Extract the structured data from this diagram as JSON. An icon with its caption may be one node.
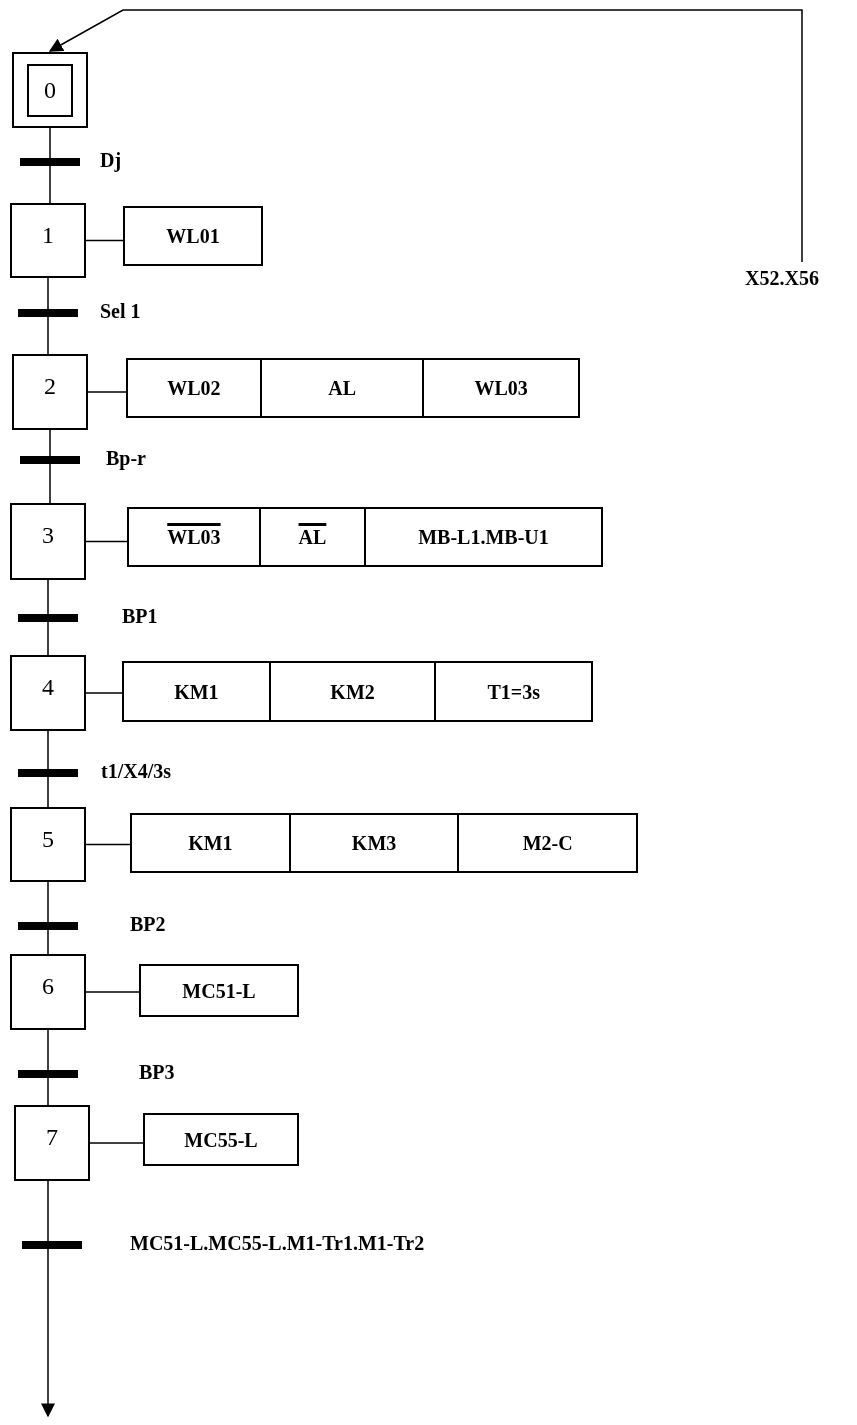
{
  "diagram": {
    "nodes": [
      {
        "text": [
          "0"
        ]
      },
      {
        "text": [
          "1"
        ]
      },
      {
        "text": [
          "WL01"
        ]
      },
      {
        "text": [
          "2"
        ]
      },
      {
        "text": [
          "WL02",
          "AL",
          "WL03"
        ]
      },
      {
        "text": [
          "3"
        ]
      },
      {
        "text": [
          "WL03",
          "AL",
          "MB-L1.MB-U1"
        ]
      },
      {
        "text": [
          "4"
        ]
      },
      {
        "text": [
          "KM1",
          "KM2",
          "T1=3s"
        ]
      },
      {
        "text": [
          "5"
        ]
      },
      {
        "text": [
          "KM1",
          "KM3",
          "M2-C"
        ]
      },
      {
        "text": [
          "6"
        ]
      },
      {
        "text": [
          "MC51-L"
        ]
      },
      {
        "text": [
          "7"
        ]
      },
      {
        "text": [
          "MC55-L"
        ]
      }
    ],
    "edges": [
      {
        "from": null,
        "to": 0,
        "arrow": "to",
        "label": "X52.X56"
      },
      {
        "from": 0,
        "to": 1,
        "arrow": "none",
        "label": "Dj"
      },
      {
        "from": 1,
        "to": 2,
        "arrow": "none"
      },
      {
        "from": 1,
        "to": 3,
        "arrow": "none",
        "label": "Sel 1"
      },
      {
        "from": 3,
        "to": 4,
        "arrow": "none"
      },
      {
        "from": 3,
        "to": 5,
        "arrow": "none",
        "label": "Bp-r"
      },
      {
        "from": 5,
        "to": 6,
        "arrow": "none"
      },
      {
        "from": 5,
        "to": 7,
        "arrow": "none",
        "label": "BP1"
      },
      {
        "from": 7,
        "to": 8,
        "arrow": "none"
      },
      {
        "from": 7,
        "to": 9,
        "arrow": "none",
        "label": "t1/X4/3s"
      },
      {
        "from": 9,
        "to": 10,
        "arrow": "none"
      },
      {
        "from": 9,
        "to": 11,
        "arrow": "none",
        "label": "BP2"
      },
      {
        "from": 11,
        "to": 12,
        "arrow": "none"
      },
      {
        "from": 11,
        "to": 13,
        "arrow": "none",
        "label": "BP3"
      },
      {
        "from": 13,
        "to": 14,
        "arrow": "none"
      },
      {
        "from": 13,
        "to": null,
        "arrow": "to",
        "label": "MC51-L.MC55-L.M1-Tr1.M1-Tr2"
      }
    ]
  }
}
